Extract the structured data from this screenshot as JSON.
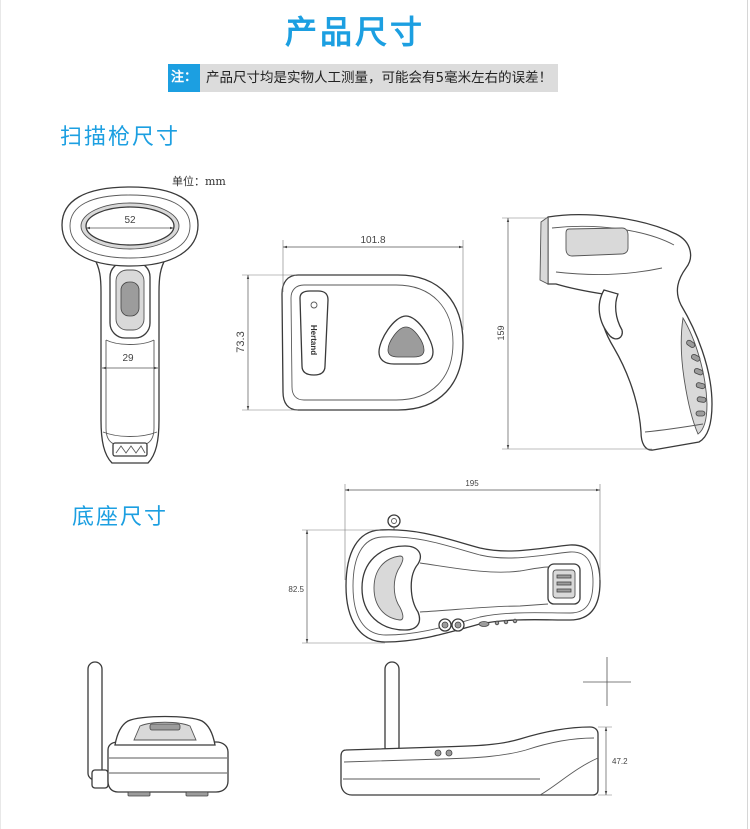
{
  "page": {
    "title": "产品尺寸",
    "note": {
      "label": "注：",
      "text": "产品尺寸均是实物人工测量，可能会有5毫米左右的误差！"
    }
  },
  "scanner": {
    "heading": "扫描枪尺寸",
    "unit": "单位：mm",
    "logo": "Hertand",
    "dimensions": {
      "head_width": "52",
      "handle_width": "29",
      "length": "101.8",
      "width": "73.3",
      "height": "159"
    }
  },
  "base": {
    "heading": "底座尺寸",
    "dimensions": {
      "length": "195",
      "width": "82.5",
      "height": "47.2"
    }
  },
  "colors": {
    "accent": "#1c9fe1",
    "note_bar": "#dcdcdc"
  }
}
